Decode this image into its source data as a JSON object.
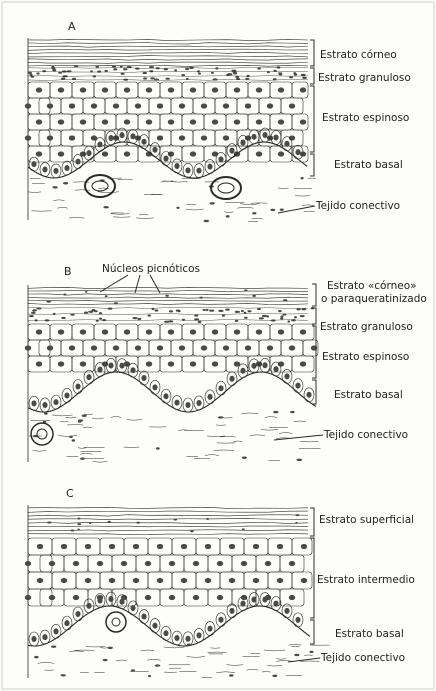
{
  "panels": [
    {
      "letter": "A",
      "layers": [
        "Estrato córneo",
        "Estrato granuloso",
        "Estrato espinoso",
        "Estrato basal",
        "Tejido conectivo"
      ]
    },
    {
      "letter": "B",
      "callout": "Núcleos picnóticos",
      "layers": [
        "Estrato «córneo»",
        "o paraqueratinizado",
        "Estrato granuloso",
        "Estrato espinoso",
        "Estrato basal",
        "Tejido conectivo"
      ]
    },
    {
      "letter": "C",
      "layers": [
        "Estrato superficial",
        "Estrato intermedio",
        "Estrato basal",
        "Tejido conectivo"
      ]
    }
  ],
  "colors": {
    "ink": "#2a2a2a",
    "paper": "#fdfdfb",
    "nucleus": "#4a4a4a"
  }
}
